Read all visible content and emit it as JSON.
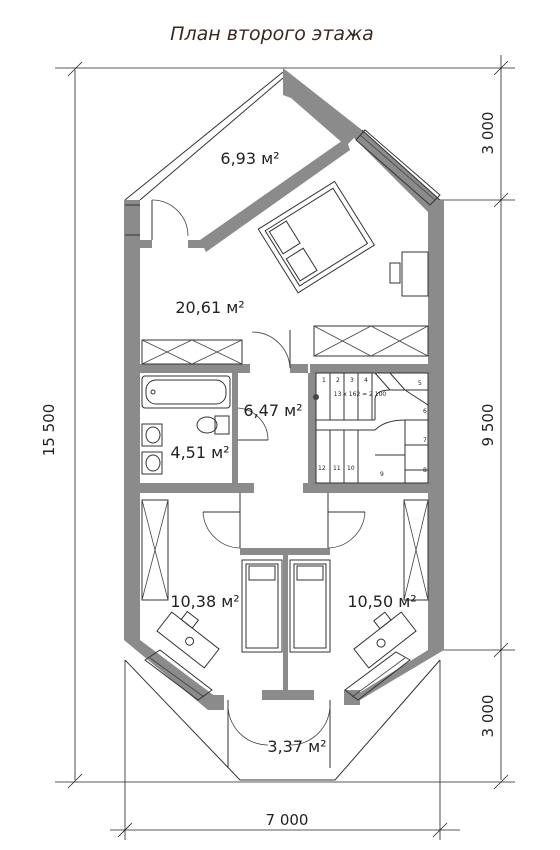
{
  "title": "План второго этажа",
  "rooms": [
    {
      "id": "room-top",
      "area": "6,93 м²"
    },
    {
      "id": "room-bedroom-main",
      "area": "20,61 м²"
    },
    {
      "id": "room-hall",
      "area": "6,47 м²"
    },
    {
      "id": "room-bathroom",
      "area": "4,51 м²"
    },
    {
      "id": "room-bedroom-left",
      "area": "10,38 м²"
    },
    {
      "id": "room-bedroom-right",
      "area": "10,50 м²"
    },
    {
      "id": "room-balcony",
      "area": "3,37 м²"
    }
  ],
  "dimensions": {
    "total_height": "15 500",
    "width": "7 000",
    "right_top": "3 000",
    "right_middle": "9 500",
    "right_bottom": "3 000"
  },
  "stair": {
    "note": "13 x 162 = 2 100",
    "steps": [
      "1",
      "2",
      "3",
      "4",
      "5",
      "6",
      "7",
      "8",
      "9",
      "10",
      "11",
      "12"
    ]
  }
}
